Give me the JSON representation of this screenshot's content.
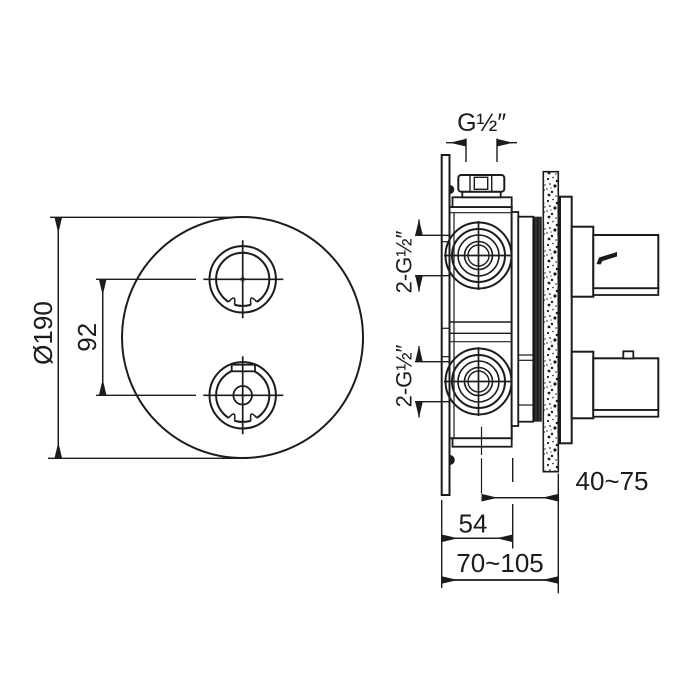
{
  "page": {
    "background": "#ffffff",
    "line_color": "#1c1c1c"
  },
  "drawing": {
    "labels": {
      "front_diameter": "Ø190",
      "knob_spacing": "92",
      "top_port": "G½″",
      "upper_side_ports": "2-G½″",
      "lower_side_ports": "2-G½″",
      "mounting_depth_range": "40~75",
      "valve_body_depth": "54",
      "overall_depth_range": "70~105"
    }
  }
}
